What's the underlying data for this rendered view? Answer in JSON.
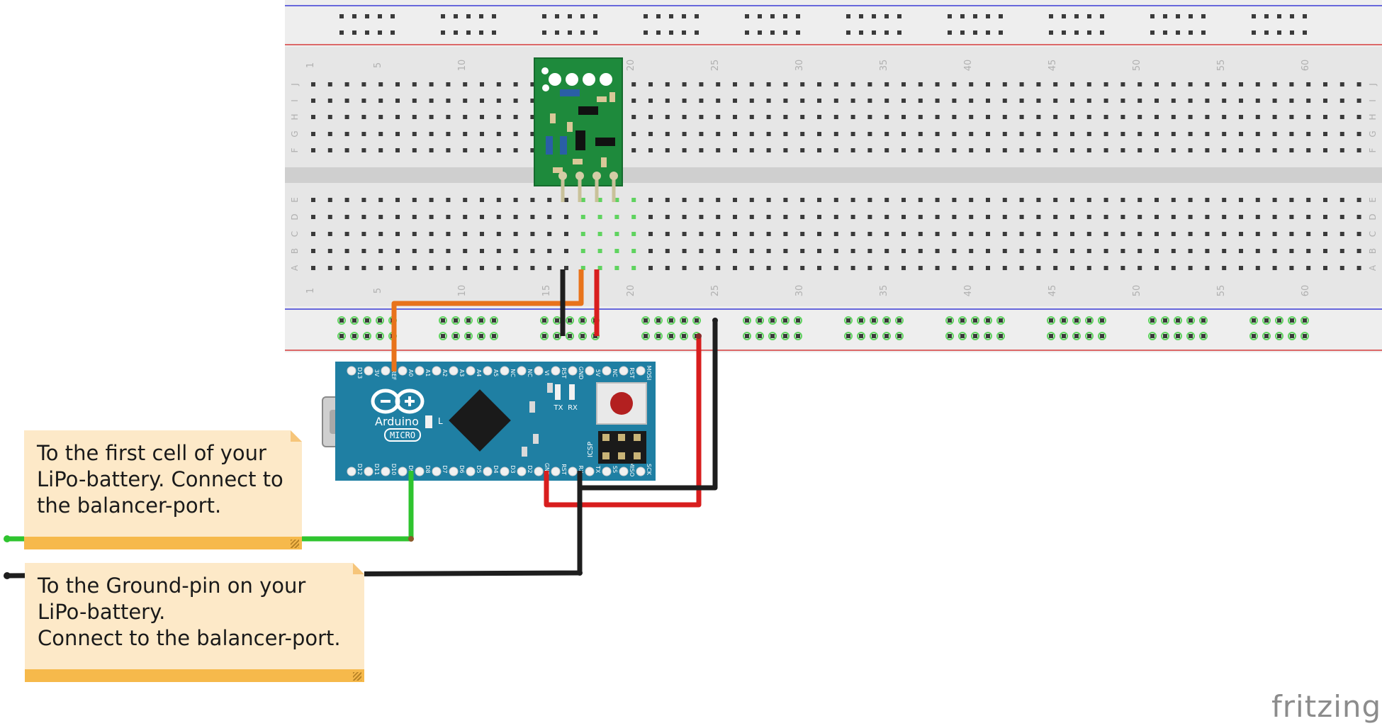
{
  "notes": [
    {
      "text": "To the first cell of your\nLiPo-battery. Connect to\nthe balancer-port."
    },
    {
      "text": "To the Ground-pin on your\nLiPo-battery.\nConnect to the balancer-port."
    }
  ],
  "breadboard": {
    "column_numbers": [
      "1",
      "5",
      "10",
      "15",
      "20",
      "25",
      "30",
      "35",
      "40",
      "45",
      "50",
      "55",
      "60"
    ],
    "row_letters_top": [
      "J",
      "I",
      "H",
      "G",
      "F"
    ],
    "row_letters_bottom": [
      "E",
      "D",
      "C",
      "B",
      "A"
    ],
    "colors": {
      "board": "#e6e6e6",
      "hole": "#3a3a3a",
      "active_hole": "#5fd35f",
      "rail_blue": "#3b3bd6",
      "rail_red": "#d63b3b"
    }
  },
  "arduino": {
    "brand_label": "Arduino",
    "model_label": "MICRO",
    "led_label": "L",
    "tx_label": "TX",
    "rx_label": "RX",
    "icsp_label": "ICSP",
    "top_pins": [
      "D13",
      "3V",
      "AREF",
      "A0",
      "A1",
      "A2",
      "A3",
      "A4",
      "A5",
      "NC",
      "NC",
      "VI",
      "RST",
      "GND",
      "5V",
      "NC",
      "RST",
      "MOSI"
    ],
    "bottom_pins": [
      "D12",
      "D11",
      "D10",
      "D9",
      "D8",
      "D7",
      "D6",
      "D5",
      "D4",
      "D3",
      "D2",
      "GND",
      "RST",
      "RX",
      "TX",
      "SS",
      "MISO",
      "SCK"
    ],
    "colors": {
      "board": "#1f7fa3",
      "chip": "#1a1a1a",
      "button": "#b32020"
    }
  },
  "wire_colors": {
    "orange": "#e8731b",
    "black": "#1e1e1e",
    "red": "#d81e1e",
    "green": "#2fc42f"
  },
  "footer": {
    "brand": "fritzing"
  }
}
